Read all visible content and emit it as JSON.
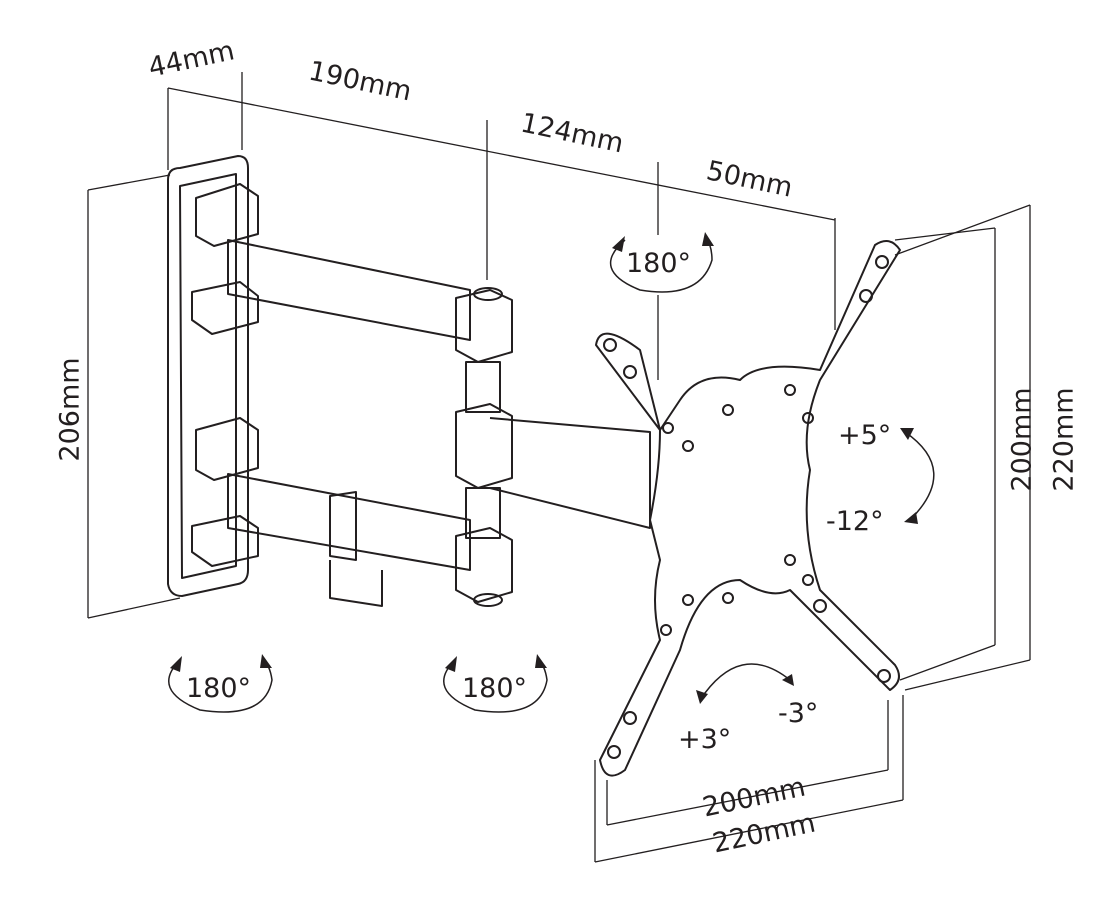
{
  "dimensions": {
    "plate_depth": "44mm",
    "arm_length_1": "190mm",
    "arm_length_2": "124mm",
    "head_offset": "50mm",
    "plate_height": "206mm",
    "vesa_vertical_inner": "200mm",
    "vesa_vertical_outer": "220mm",
    "vesa_horizontal_inner": "200mm",
    "vesa_horizontal_outer": "220mm"
  },
  "rotations": {
    "swivel_head": "180°",
    "swivel_wall": "180°",
    "swivel_elbow": "180°",
    "tilt_up": "+5°",
    "tilt_down": "-12°",
    "level_plus": "+3°",
    "level_minus": "-3°"
  },
  "colors": {
    "line": "#231f20",
    "background": "#ffffff"
  }
}
